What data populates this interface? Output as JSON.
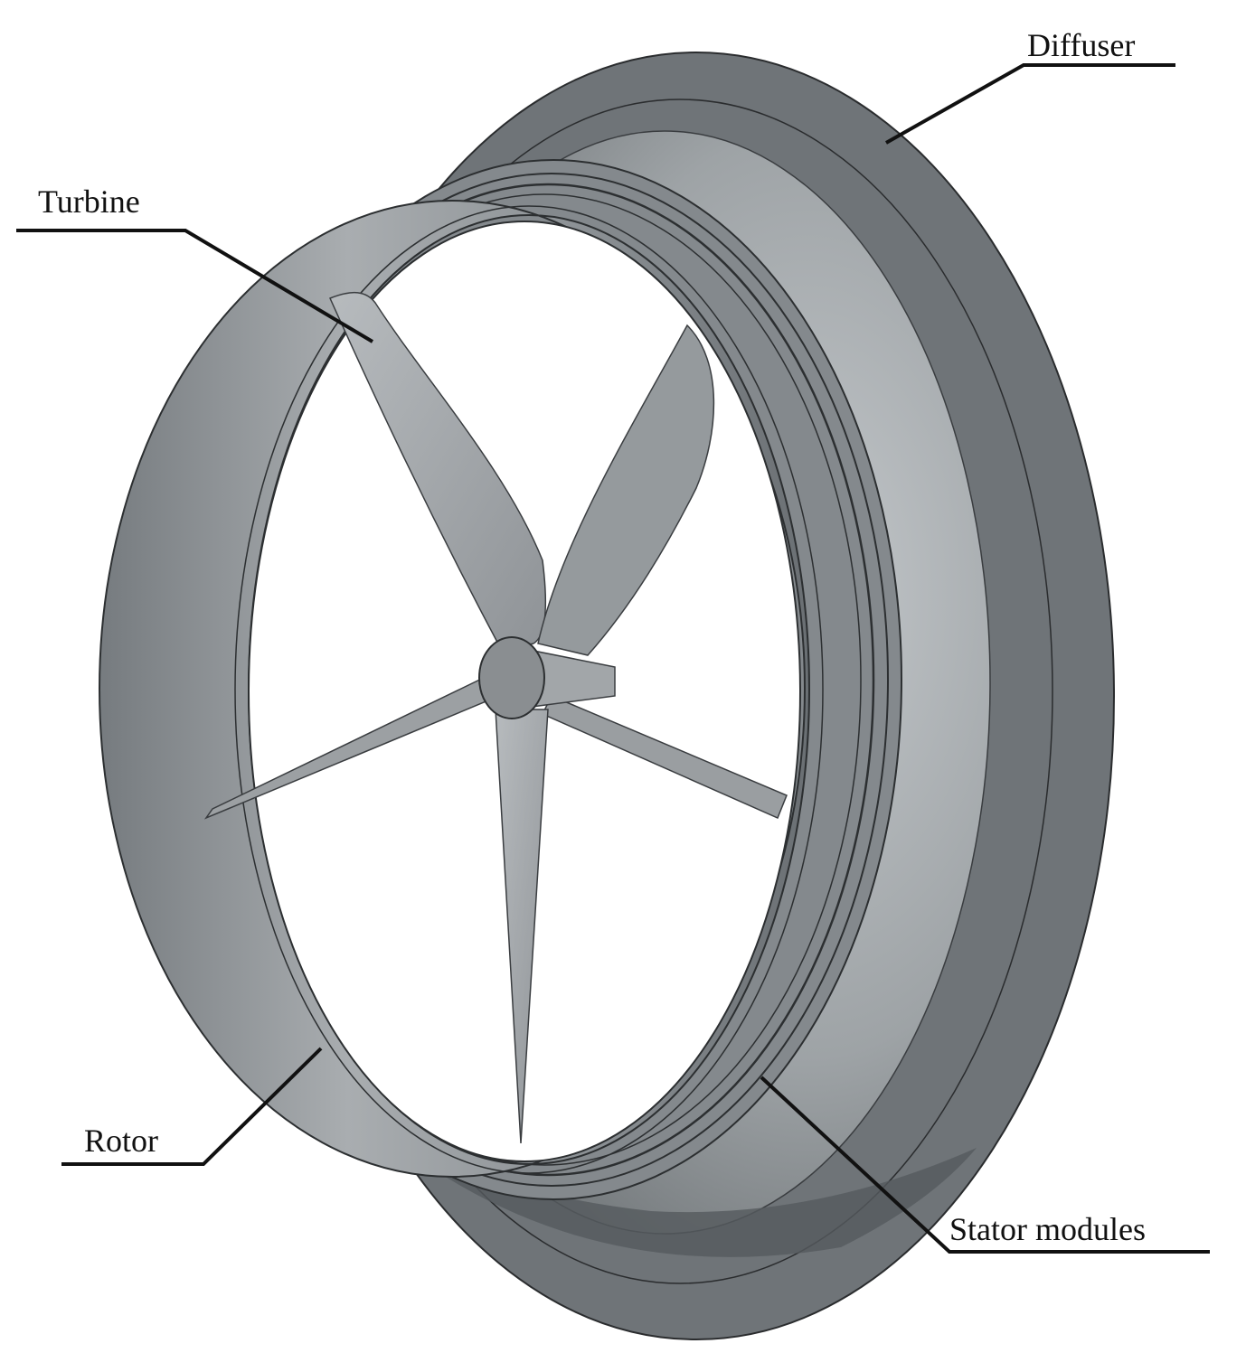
{
  "labels": {
    "diffuser": "Diffuser",
    "turbine": "Turbine",
    "rotor": "Rotor",
    "stator_modules": "Stator modules"
  },
  "colors": {
    "background": "#ffffff",
    "diffuser_outer": "#6f7478",
    "diffuser_inner_light": "#b9bdc0",
    "rotor_ring": "#8d9296",
    "stator_dark": "#3c3f42",
    "blade": "#a7abae",
    "hub": "#8a8e91",
    "leader_line": "#111111"
  }
}
